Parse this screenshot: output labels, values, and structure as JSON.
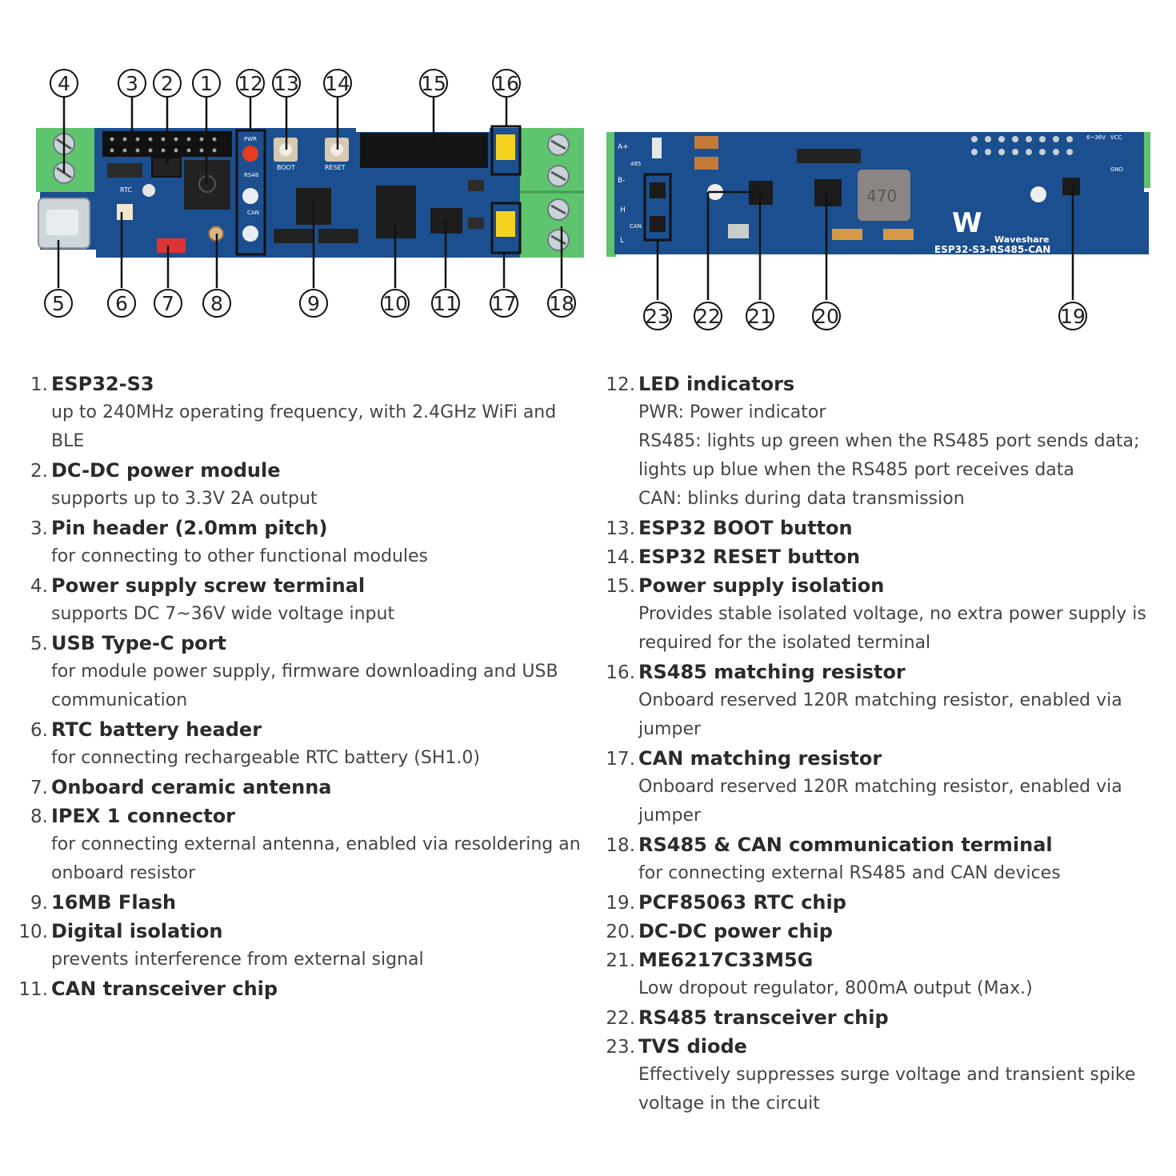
{
  "callouts": {
    "top_left": [
      "4",
      "3",
      "2",
      "1",
      "12",
      "13",
      "14",
      "15",
      "16"
    ],
    "bottom_left": [
      "5",
      "6",
      "7",
      "8",
      "9",
      "10",
      "11",
      "17",
      "18"
    ],
    "bottom_right": [
      "23",
      "22",
      "21",
      "20",
      "19"
    ]
  },
  "board_text": {
    "front": {
      "pwr": "PWR",
      "rs485": "RS48",
      "can": "CAN",
      "boot": "BOOT",
      "reset": "RESET",
      "rtc": "RTC"
    },
    "back": {
      "a_plus": "A+",
      "b_minus": "B-",
      "h": "H",
      "l": "L",
      "label_485": "485",
      "label_can": "CAN",
      "inductor": "470",
      "voltage": "6~36V",
      "vcc": "VCC",
      "gnd": "GND",
      "brand": "Waveshare",
      "model": "ESP32-S3-RS485-CAN"
    }
  },
  "legend_left": [
    {
      "num": "1.",
      "title": "ESP32-S3",
      "desc": [
        "up to 240MHz operating frequency, with 2.4GHz WiFi and",
        "BLE"
      ]
    },
    {
      "num": "2.",
      "title": "DC-DC power module",
      "desc": [
        "supports up to 3.3V 2A output"
      ]
    },
    {
      "num": "3.",
      "title": "Pin header (2.0mm pitch)",
      "desc": [
        "for connecting to other functional modules"
      ]
    },
    {
      "num": "4.",
      "title": "Power supply screw terminal",
      "desc": [
        "supports DC 7~36V wide voltage input"
      ]
    },
    {
      "num": "5.",
      "title": "USB Type-C port",
      "desc": [
        "for module power supply, firmware downloading and USB",
        "communication"
      ]
    },
    {
      "num": "6.",
      "title": "RTC battery header",
      "desc": [
        "for connecting rechargeable RTC battery (SH1.0)"
      ]
    },
    {
      "num": "7.",
      "title": "Onboard ceramic antenna",
      "desc": []
    },
    {
      "num": "8.",
      "title": "IPEX 1 connector",
      "desc": [
        "for connecting external antenna, enabled via resoldering an",
        "onboard resistor"
      ]
    },
    {
      "num": "9.",
      "title": "16MB Flash",
      "desc": []
    },
    {
      "num": "10.",
      "title": "Digital isolation",
      "desc": [
        "prevents interference from external signal"
      ]
    },
    {
      "num": "11.",
      "title": "CAN transceiver chip",
      "desc": []
    }
  ],
  "legend_right": [
    {
      "num": "12.",
      "title": "LED indicators",
      "desc": [
        "PWR: Power indicator",
        "RS485: lights up green when the RS485 port sends data;",
        "lights up blue when the RS485 port receives data",
        "CAN: blinks during data transmission"
      ]
    },
    {
      "num": "13.",
      "title": "ESP32 BOOT button",
      "desc": []
    },
    {
      "num": "14.",
      "title": "ESP32 RESET button",
      "desc": []
    },
    {
      "num": "15.",
      "title": "Power supply isolation",
      "desc": [
        "Provides stable isolated voltage, no extra power supply is",
        "required for the isolated terminal"
      ]
    },
    {
      "num": "16.",
      "title": "RS485 matching resistor",
      "desc": [
        "Onboard reserved 120R matching resistor, enabled via",
        "jumper"
      ]
    },
    {
      "num": "17.",
      "title": "CAN matching resistor",
      "desc": [
        "Onboard reserved 120R matching resistor, enabled via",
        "jumper"
      ]
    },
    {
      "num": "18.",
      "title": "RS485 & CAN communication terminal",
      "desc": [
        "for connecting external RS485 and CAN devices"
      ]
    },
    {
      "num": "19.",
      "title": "PCF85063 RTC chip",
      "desc": []
    },
    {
      "num": "20.",
      "title": "DC-DC power chip",
      "desc": []
    },
    {
      "num": "21.",
      "title": "ME6217C33M5G",
      "desc": [
        "Low dropout regulator, 800mA output (Max.)"
      ]
    },
    {
      "num": "22.",
      "title": "RS485 transceiver chip",
      "desc": []
    },
    {
      "num": "23.",
      "title": "TVS diode",
      "desc": [
        "Effectively suppresses surge voltage and transient spike",
        "voltage in the circuit"
      ]
    }
  ],
  "colors": {
    "pcb": "#1b4f8f",
    "pcb_dark": "#123a6b",
    "terminal_green": "#5fc46e",
    "chip_black": "#151515",
    "jumper_yellow": "#f4d21f",
    "led_red": "#e53b22",
    "text": "#333333"
  }
}
